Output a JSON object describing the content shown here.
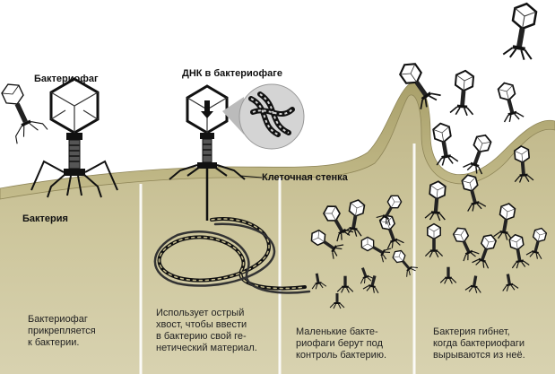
{
  "labels": {
    "bacteriophage": "Бактериофаг",
    "dna_in_phage": "ДНК в бактериофаге",
    "cell_wall": "Клеточная стенка",
    "bacterium": "Бактерия"
  },
  "captions": [
    {
      "lines": [
        "Бактериофаг",
        "прикрепляется",
        "к бактерии."
      ]
    },
    {
      "lines": [
        "Использует острый",
        "хвост, чтобы ввести",
        "в бактерию свой ге-",
        "нетический материал."
      ]
    },
    {
      "lines": [
        "Маленькие бакте-",
        "риофаги берут под",
        "контроль бактерию."
      ]
    },
    {
      "lines": [
        "Бактерия гибнет,",
        "когда бактериофаги",
        "вырываются из неё."
      ]
    }
  ],
  "colors": {
    "bacterium_fill": "#c8bf8f",
    "wall_fill": "#b9b07a",
    "phage_dark": "#1a1a1a",
    "divider": "#ffffff"
  }
}
